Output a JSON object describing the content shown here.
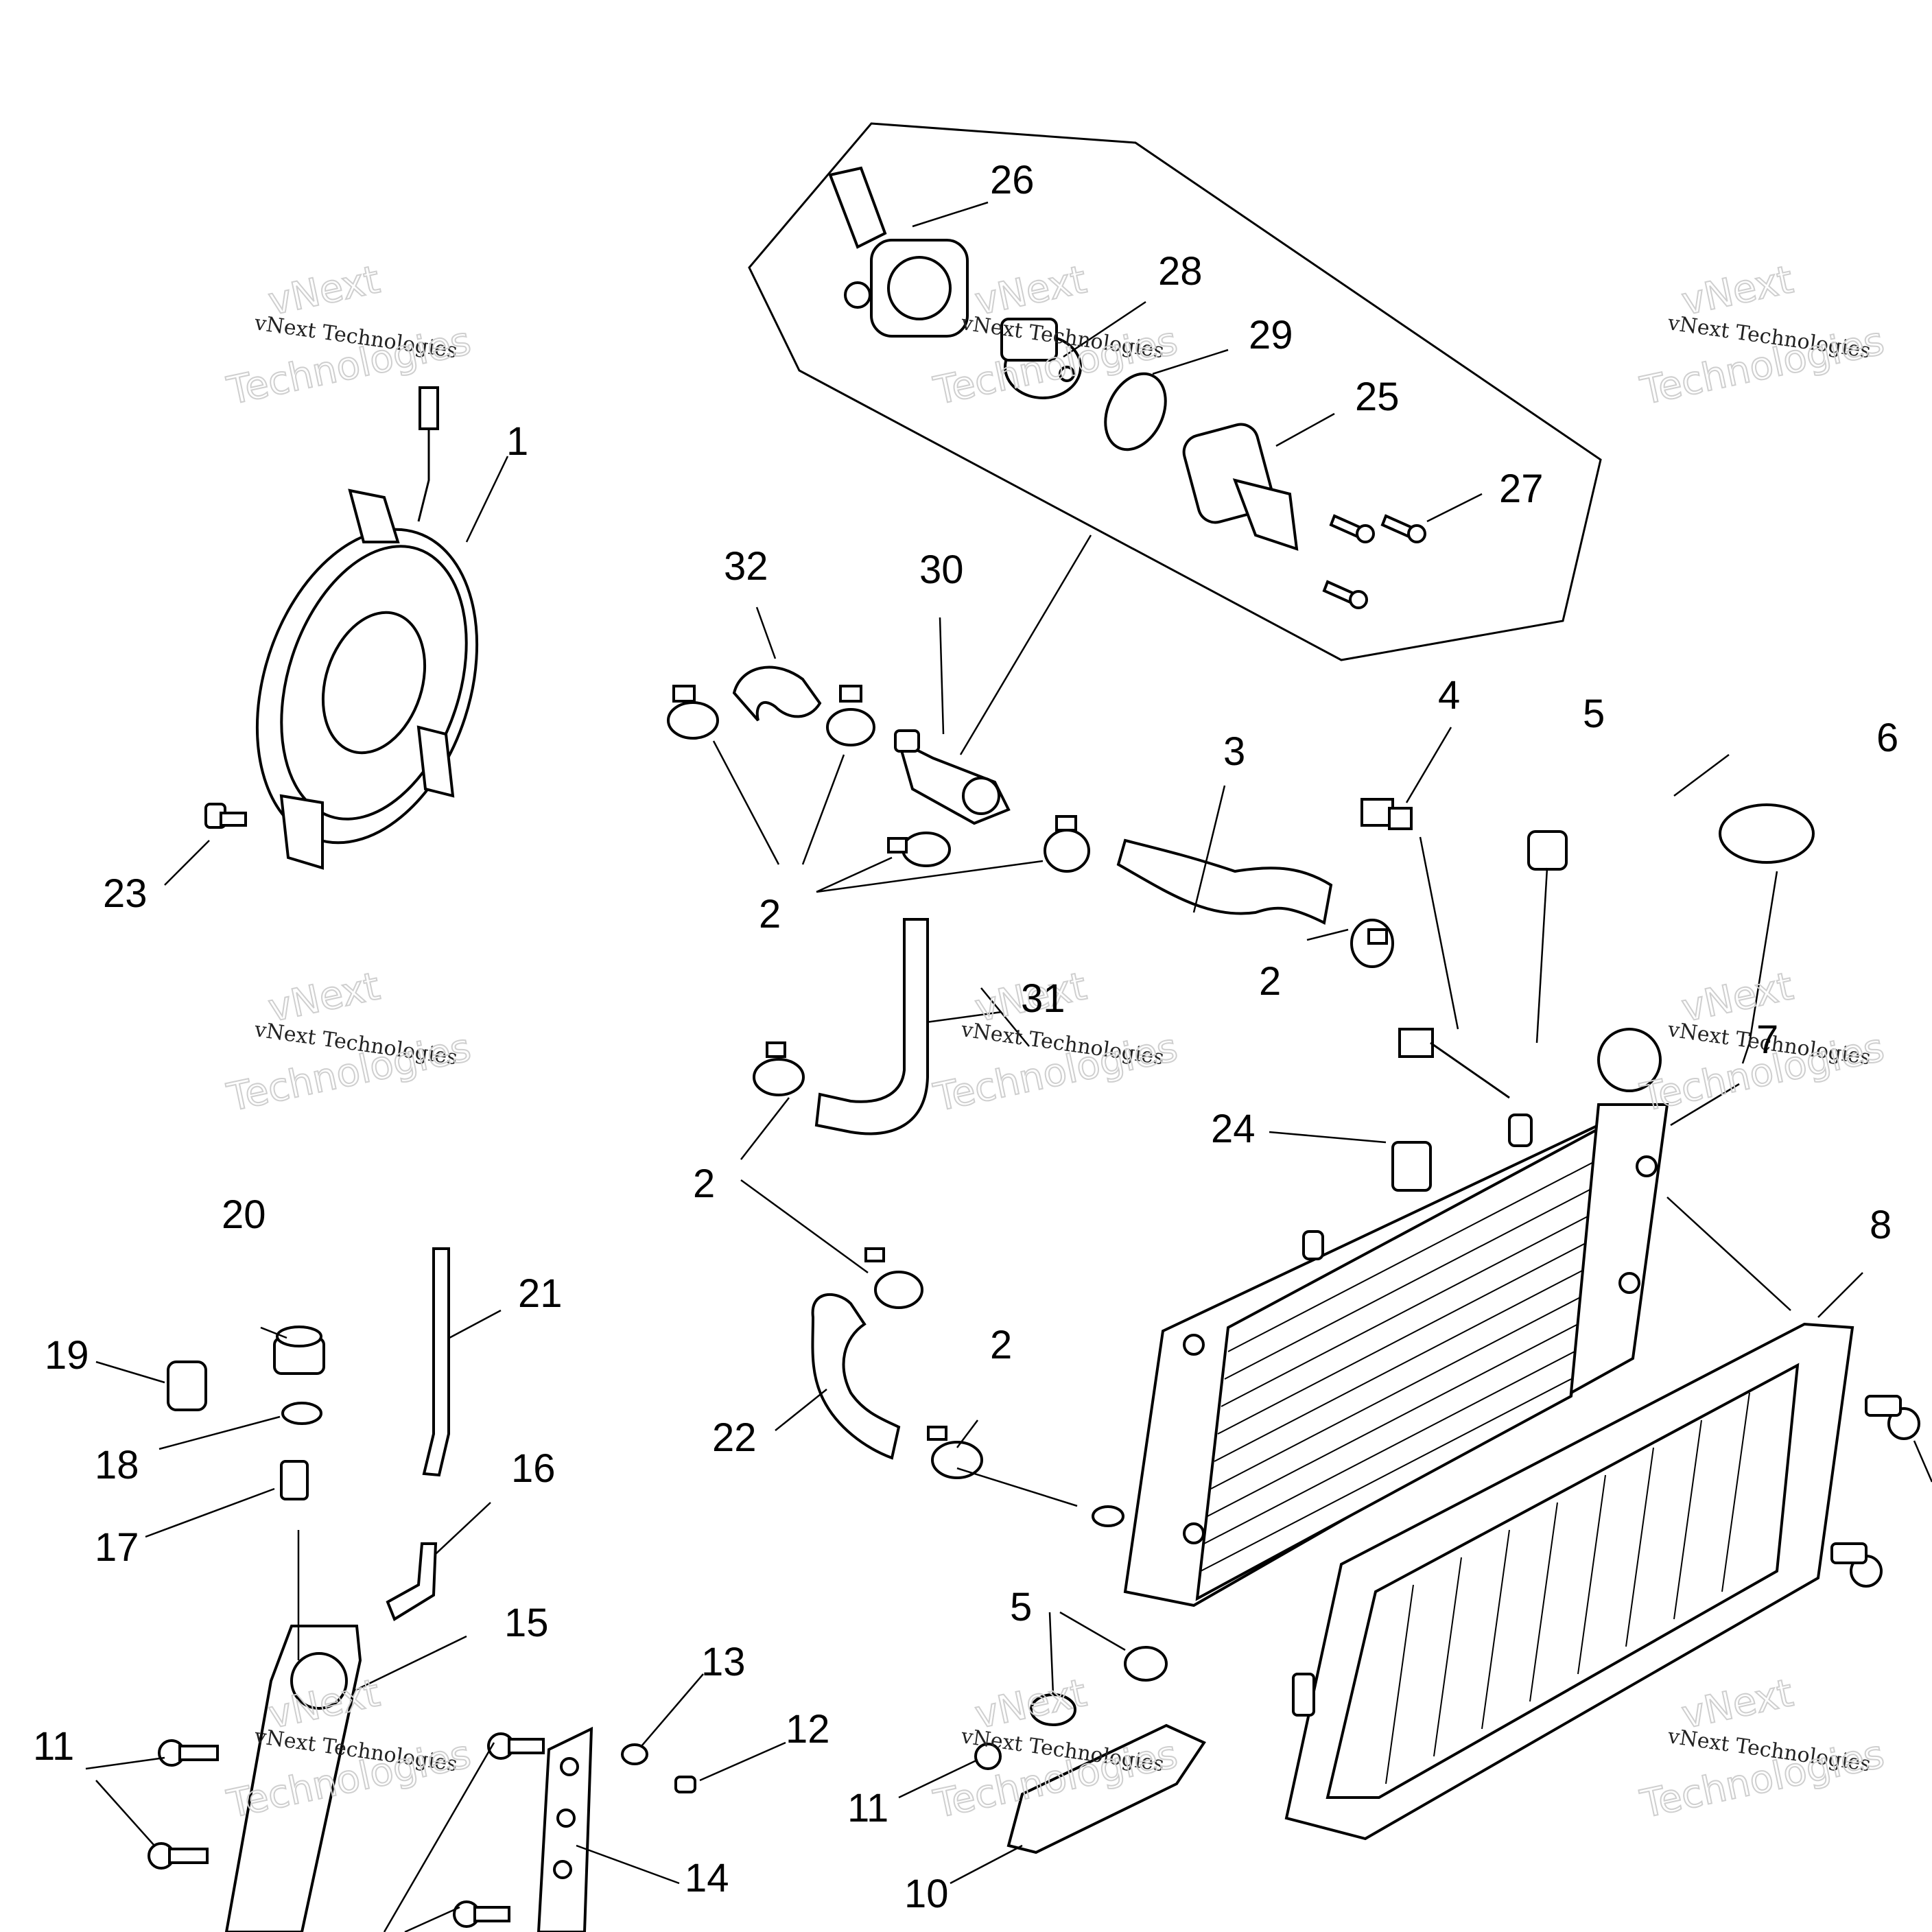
{
  "callouts": [
    "1",
    "2",
    "3",
    "4",
    "5",
    "6",
    "7",
    "8",
    "10",
    "11",
    "12",
    "13",
    "14",
    "15",
    "16",
    "17",
    "18",
    "19",
    "20",
    "21",
    "22",
    "23",
    "24",
    "25",
    "26",
    "27",
    "28",
    "29",
    "30",
    "31",
    "32"
  ],
  "repeat_labels": {
    "two": "2",
    "five": "5",
    "eleven": "11"
  },
  "watermark": {
    "line1": "vNext Technologies",
    "line2": "vNext",
    "line3": "Technologies"
  }
}
